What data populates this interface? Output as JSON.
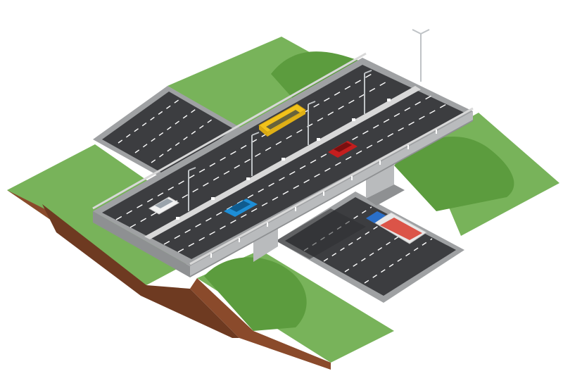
{
  "scene": {
    "description_title": "",
    "watermark_text": "",
    "credit_text": "",
    "colors": {
      "grass_light": "#78b35a",
      "grass_dark": "#5c9c3e",
      "grass_shadow": "#4f8a35",
      "soil": "#8a4a2b",
      "soil_dark": "#6e3a21",
      "asphalt": "#3c3d40",
      "asphalt_dark": "#2e2f31",
      "shoulder": "#9fa1a3",
      "bridge_side": "#b9bbbd",
      "bridge_side_dark": "#8e9092",
      "rail": "#d8d8d8",
      "lane_mark": "#ffffff",
      "bus": "#f2c21b",
      "car_red": "#c41e1e",
      "car_blue": "#1e8ed6",
      "car_white": "#f2f2f2",
      "tanker_body": "#e8e8e8",
      "tanker_stripe": "#d8392c",
      "truck_cab": "#2a6fc9",
      "lamp_post": "#bfc3c6"
    },
    "vehicles": [
      {
        "name": "yellow-bus",
        "type": "bus"
      },
      {
        "name": "red-car",
        "type": "car"
      },
      {
        "name": "blue-car",
        "type": "car"
      },
      {
        "name": "white-car",
        "type": "car"
      },
      {
        "name": "tanker-truck",
        "type": "truck"
      }
    ],
    "street_lamps": 5
  }
}
